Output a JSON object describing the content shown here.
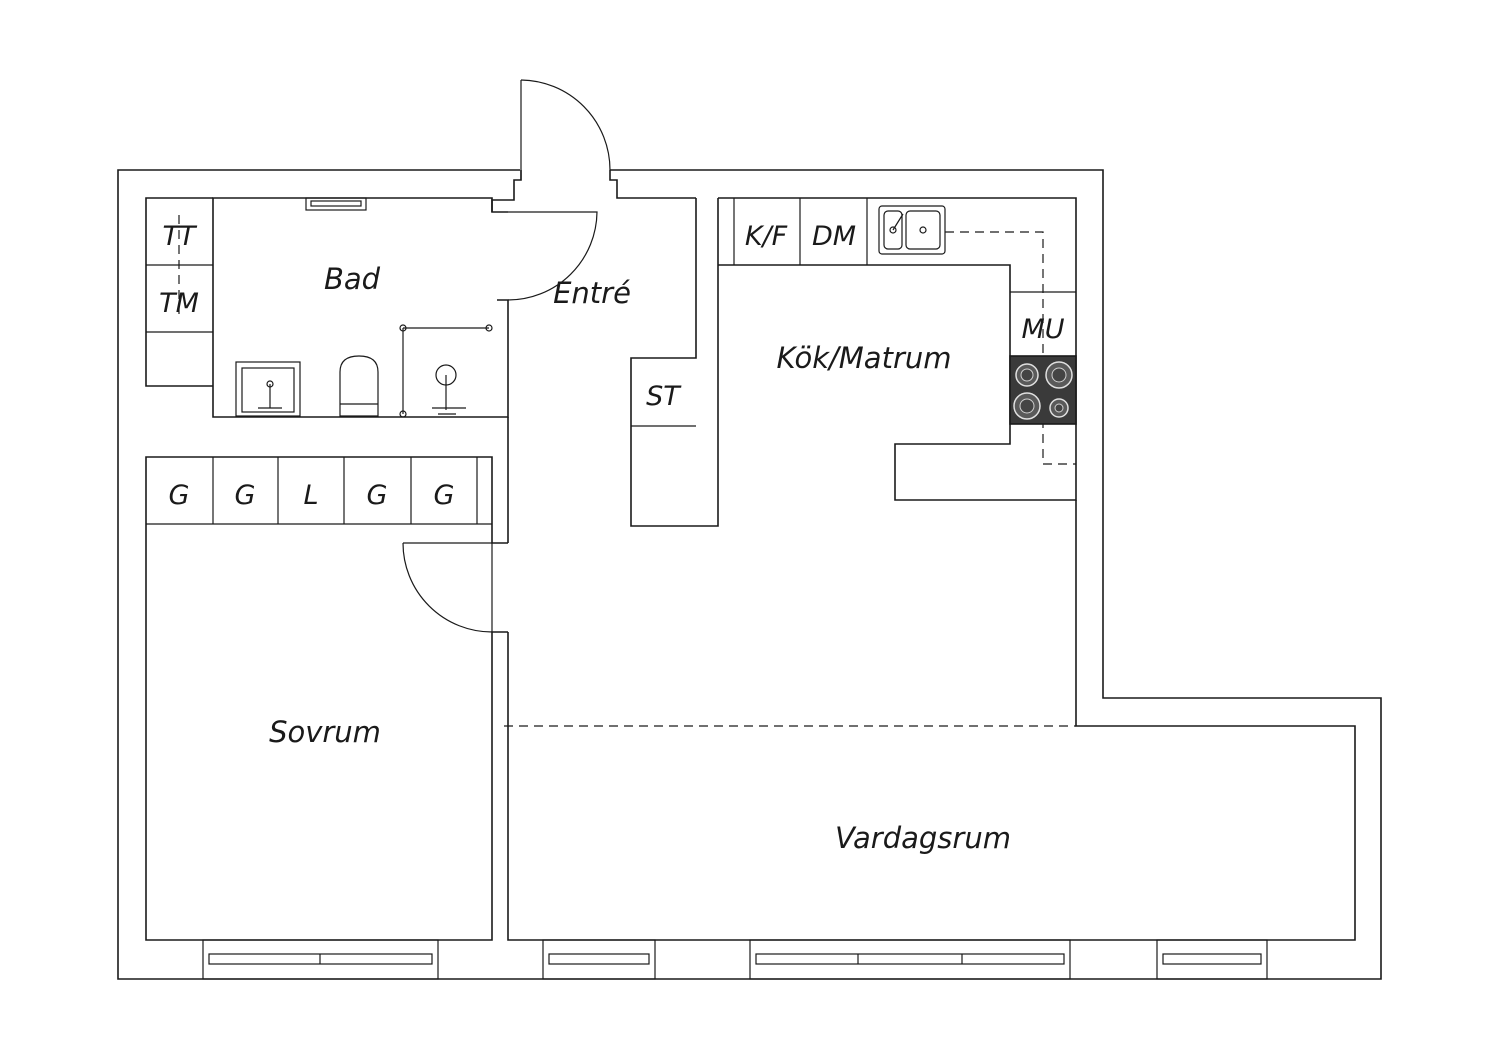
{
  "rooms": {
    "bad": "Bad",
    "entre": "Entré",
    "kok": "Kök/Matrum",
    "sovrum": "Sovrum",
    "vardagsrum": "Vardagsrum"
  },
  "fixtures": {
    "tt": "TT",
    "tm": "TM",
    "st": "ST",
    "kf": "K/F",
    "dm": "DM",
    "mu": "MU",
    "wardrobe": [
      "G",
      "G",
      "L",
      "G",
      "G"
    ]
  }
}
